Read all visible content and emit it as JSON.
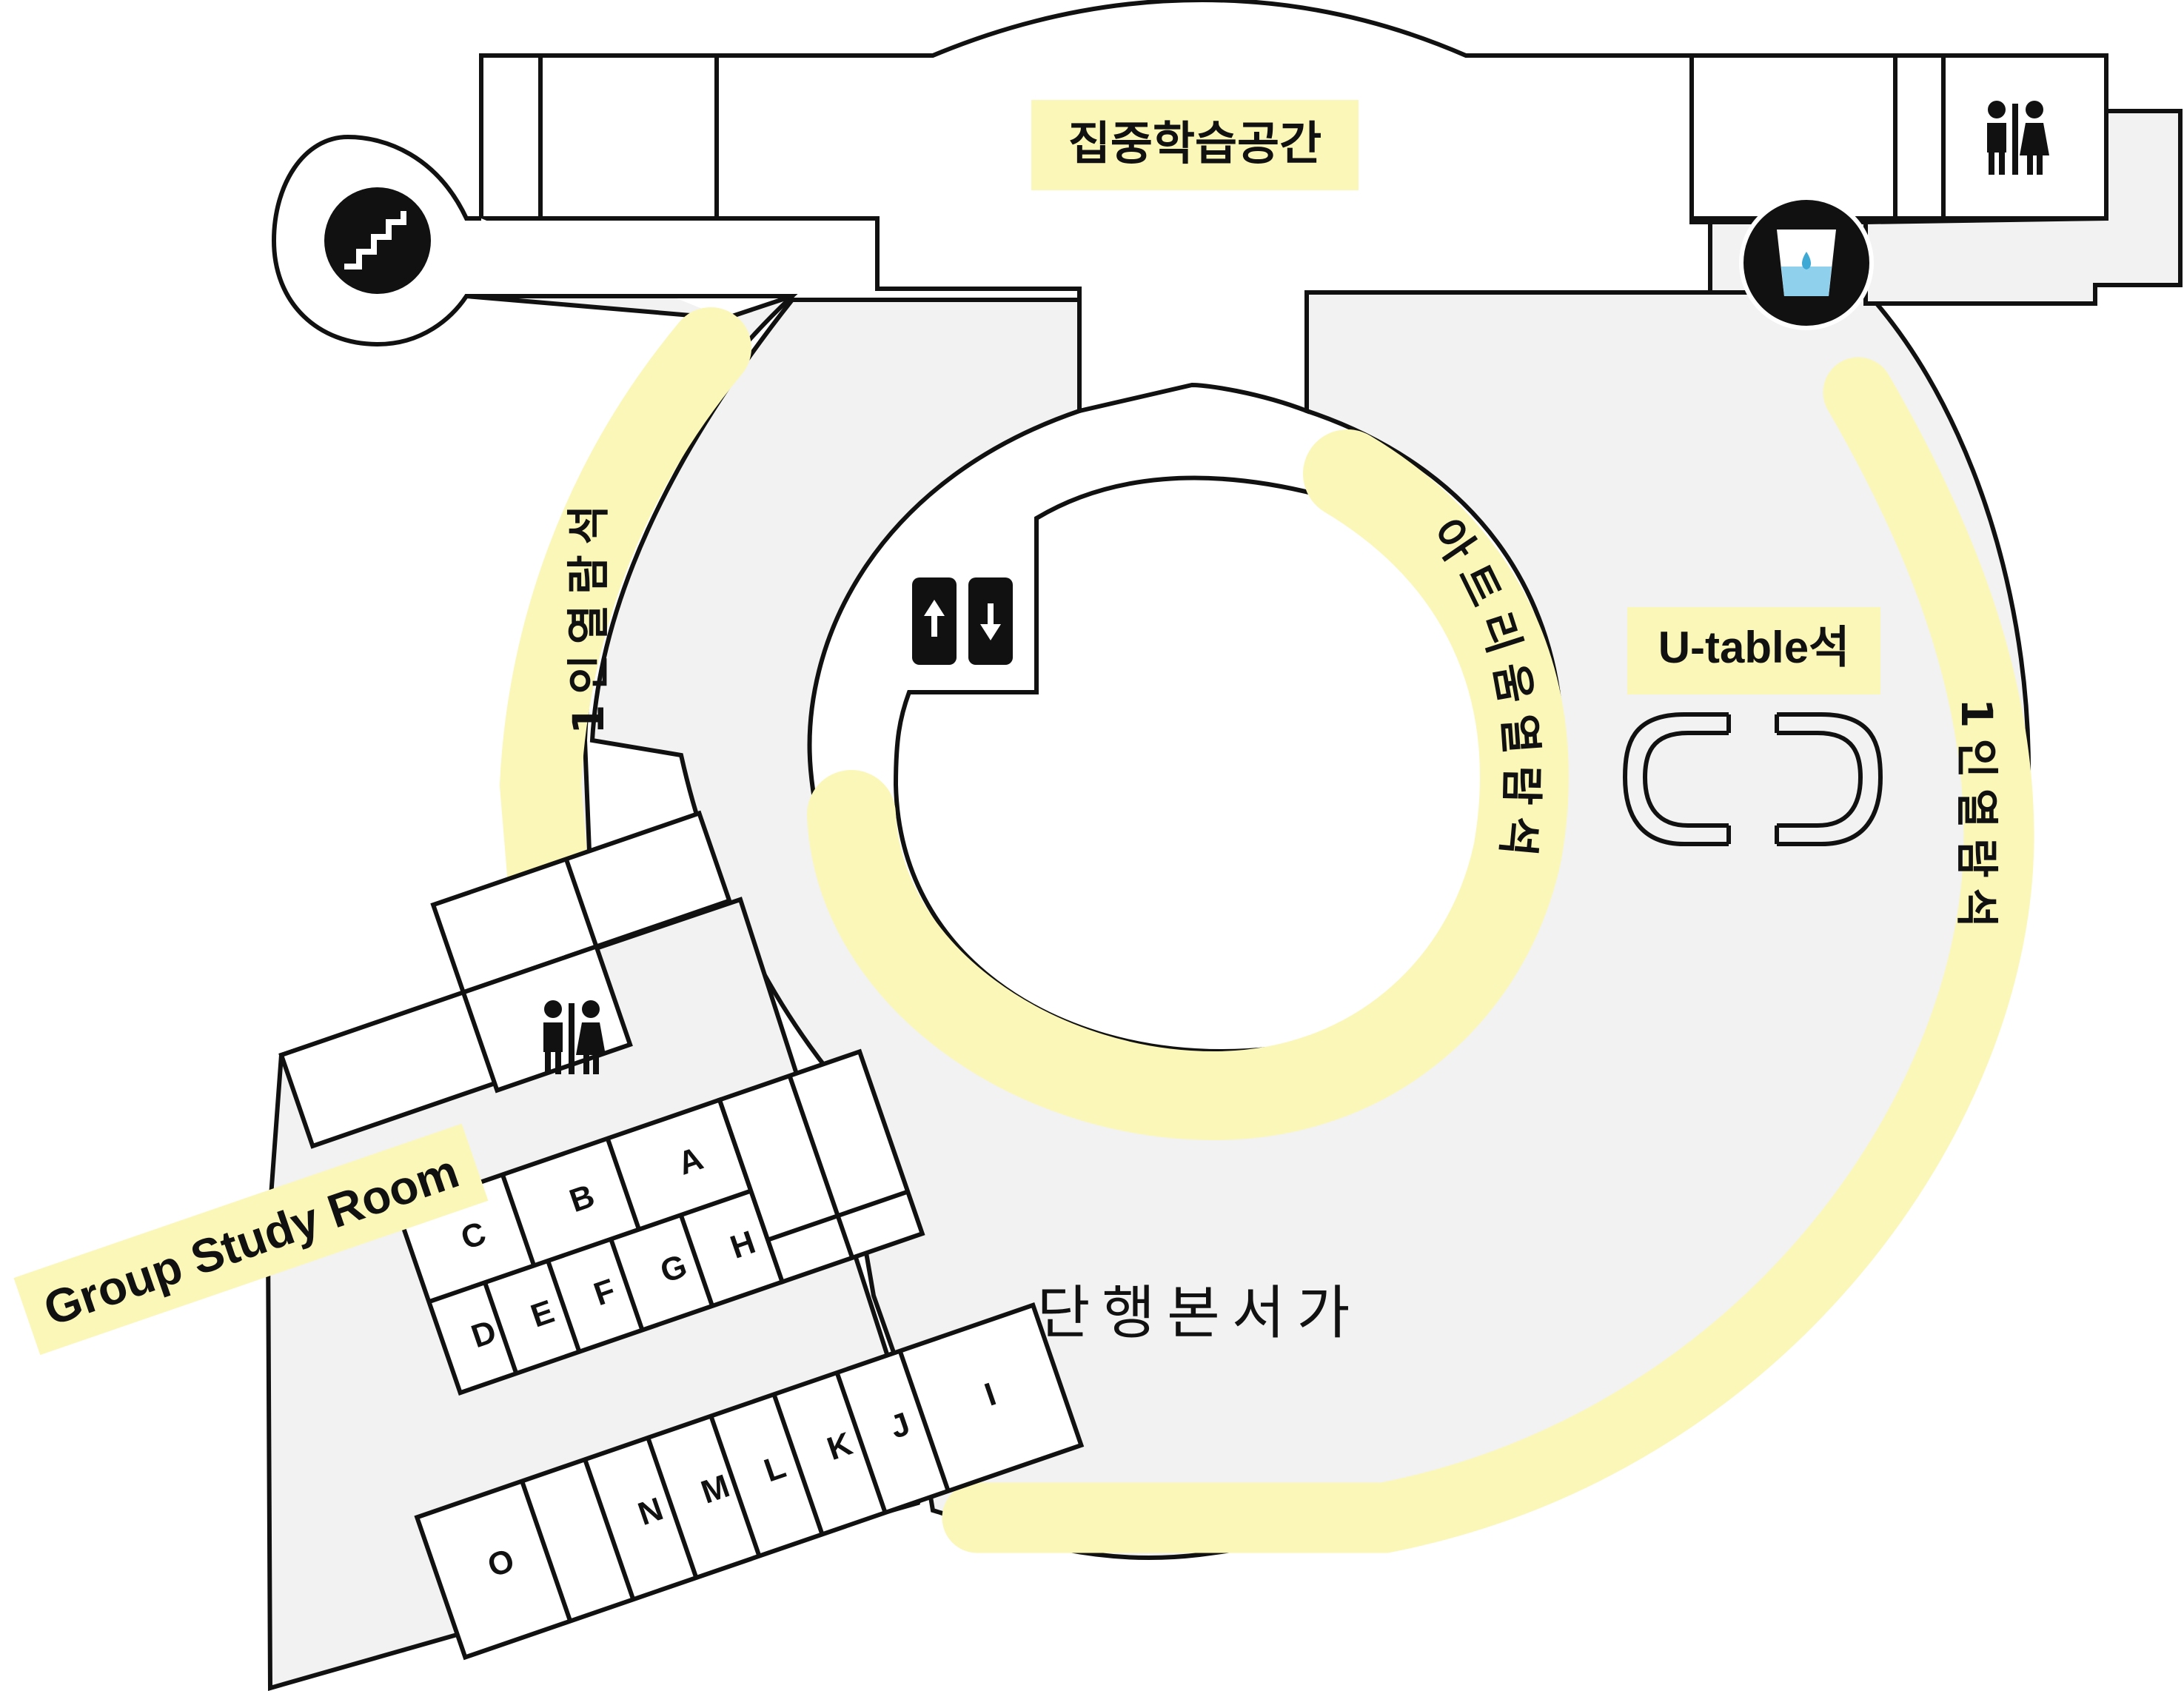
{
  "labels": {
    "focus_study": "집중학습공간",
    "stacks": "단행본서가",
    "u_table": "U-table석",
    "single_left": "1인열람석",
    "single_right": "1인열람석",
    "atrium": "아트리움열람석",
    "group_study": "Group Study Room"
  },
  "rooms": {
    "upper": [
      "A",
      "B",
      "C"
    ],
    "middle": [
      "D",
      "E",
      "F",
      "G",
      "H"
    ],
    "lower": [
      "I",
      "J",
      "K",
      "L",
      "M",
      "N",
      "O"
    ]
  },
  "icons": {
    "stairs": "stairs-icon",
    "restroom_top": "restroom-icon",
    "restroom_left": "restroom-icon",
    "water": "water-cup-icon",
    "elevator": "elevator-icon",
    "u_table": "u-table-icon"
  },
  "colors": {
    "highlight": "#fbf7b8",
    "floor": "#f2f2f2",
    "line": "#111111"
  }
}
